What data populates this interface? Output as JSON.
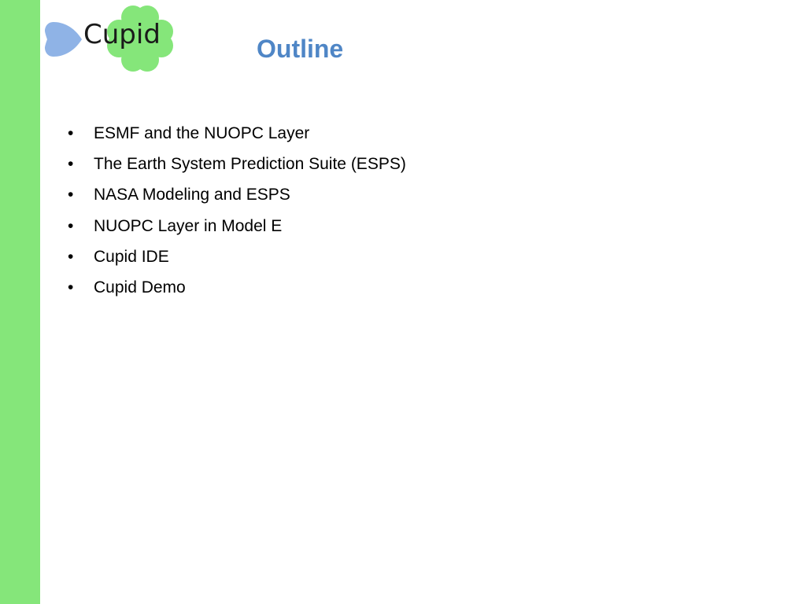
{
  "slide": {
    "logo": {
      "text": "Cupid",
      "heart_color": "#8fb3e6",
      "clover_color": "#85e67a"
    },
    "title": "Outline",
    "title_color": "#4f86c6",
    "sidebar_color": "#85e67a",
    "bullet_glyph": "•",
    "bullets": [
      "ESMF and the NUOPC Layer",
      "The Earth System Prediction Suite (ESPS)",
      "NASA Modeling and ESPS",
      "NUOPC Layer in Model E",
      "Cupid IDE",
      "Cupid Demo"
    ]
  }
}
